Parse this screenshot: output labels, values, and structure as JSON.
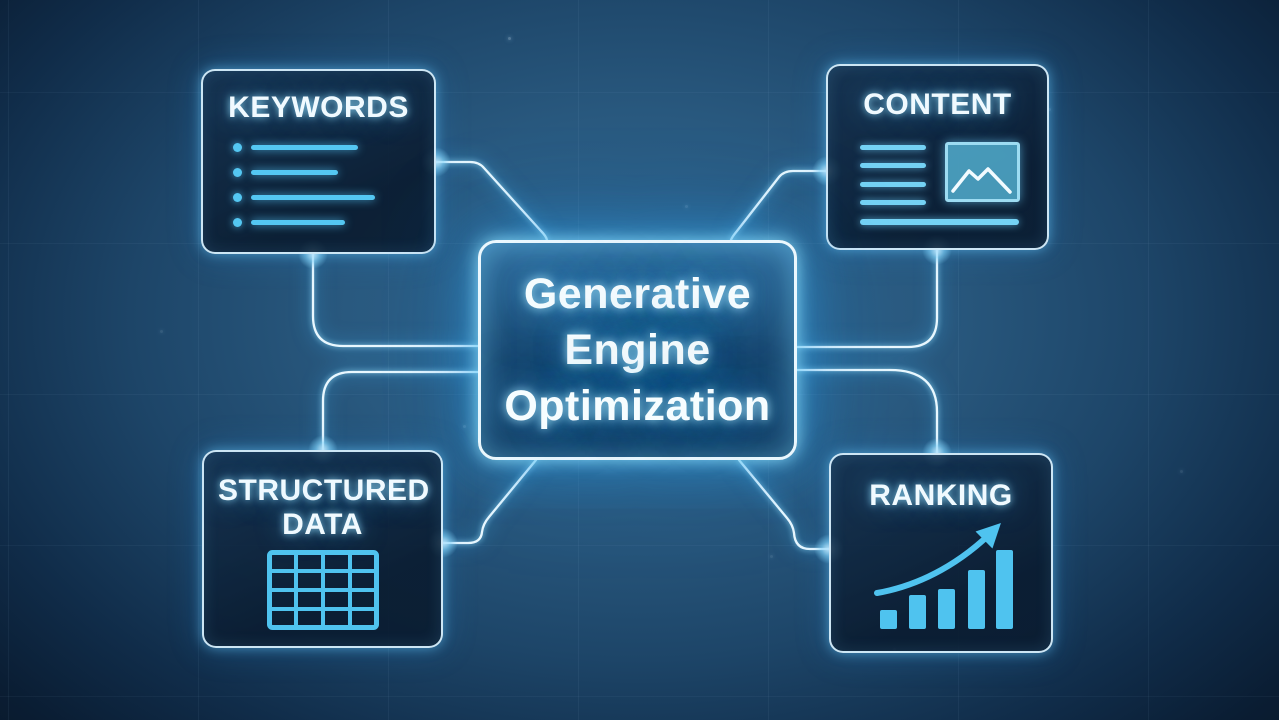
{
  "diagram": {
    "title": "Generative Engine Optimization",
    "center_node": {
      "title_lines": [
        "Generative",
        "Engine",
        "Optimization"
      ]
    },
    "nodes": {
      "keywords": {
        "label": "KEYWORDS",
        "icon": "bullet-list-icon"
      },
      "content": {
        "label": "CONTENT",
        "icon": "article-with-image-icon"
      },
      "structured_data": {
        "label": "STRUCTURED DATA",
        "icon": "table-grid-icon"
      },
      "ranking": {
        "label": "RANKING",
        "icon": "rising-bar-chart-arrow-icon"
      }
    },
    "colors": {
      "background_center": "#2e6590",
      "background_edge": "#071524",
      "panel_border": "#d8f1ff",
      "wire": "#e9f8ff",
      "icon_accent": "#4fc3ef",
      "glow": "#3db4f0",
      "text": "#f2fbff"
    }
  }
}
